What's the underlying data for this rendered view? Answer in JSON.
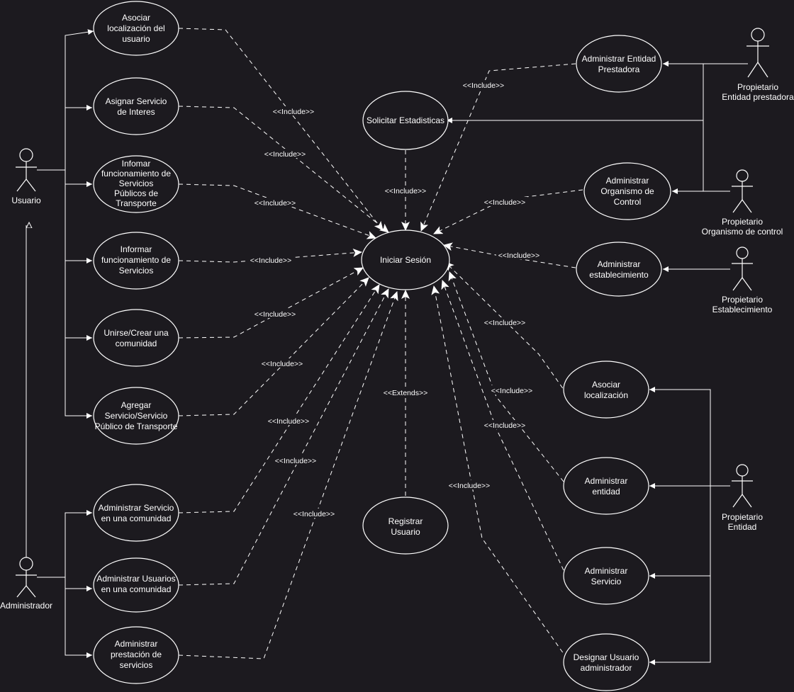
{
  "actors": {
    "usuario": "Usuario",
    "administrador": "Administrador",
    "propietario_entidad_prestadora": [
      "Propietario",
      "Entidad prestadora"
    ],
    "propietario_organismo": [
      "Propietario",
      "Organismo de control"
    ],
    "propietario_establecimiento": [
      "Propietario",
      "Establecimiento"
    ],
    "propietario_entidad": [
      "Propietario",
      "Entidad"
    ]
  },
  "use_cases": {
    "asociar_localizacion_usuario": [
      "Asociar",
      "localización del",
      "usuario"
    ],
    "asignar_servicio": [
      "Asignar Servicio",
      "de Interes"
    ],
    "informar_transporte": [
      "Infomar",
      "funcionamiento de",
      "Servicios",
      "Públicos de",
      "Transporte"
    ],
    "informar_servicios": [
      "Informar",
      "funcionamiento de",
      "Servicios"
    ],
    "unirse_comunidad": [
      "Unirse/Crear una",
      "comunidad"
    ],
    "agregar_servicio": [
      "Agregar",
      "Servicio/Servicio",
      "Público de Transporte"
    ],
    "admin_servicio_comunidad": [
      "Administrar Servicio",
      "en una comunidad"
    ],
    "admin_usuarios_comunidad": [
      "Administrar Usuarios",
      "en una comunidad"
    ],
    "admin_prestacion": [
      "Administrar",
      "prestación de",
      "servicios"
    ],
    "solicitar_estadisticas": [
      "Solicitar Estadisticas"
    ],
    "iniciar_sesion": [
      "Iniciar Sesión"
    ],
    "registrar_usuario": [
      "Registrar",
      "Usuario"
    ],
    "admin_entidad_prestadora": [
      "Administrar Entidad",
      "Prestadora"
    ],
    "admin_organismo": [
      "Administrar",
      "Organismo de",
      "Control"
    ],
    "admin_establecimiento": [
      "Administrar",
      "establecimiento"
    ],
    "asociar_localizacion": [
      "Asociar",
      "localización"
    ],
    "admin_entidad": [
      "Administrar",
      "entidad"
    ],
    "admin_servicio": [
      "Administrar",
      "Servicio"
    ],
    "designar_usuario": [
      "Designar Usuario",
      "administrador"
    ]
  },
  "relations": {
    "include": "<<Include>>",
    "extends": "<<Extends>>"
  },
  "colors": {
    "background": "#1c1a1f",
    "stroke": "#ffffff"
  }
}
